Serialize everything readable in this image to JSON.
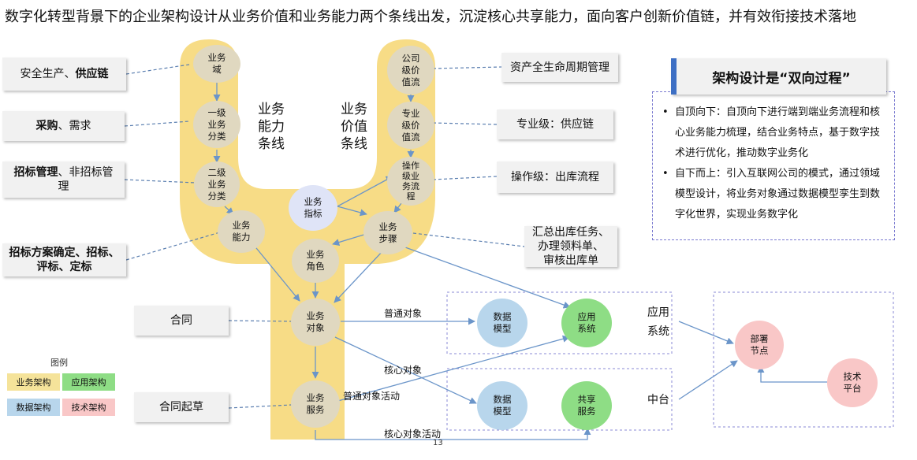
{
  "title": "数字化转型背景下的企业架构设计从业务价值和业务能力两个条线出发，沉淀核心共享能力，面向客户创新价值链，并有效衔接技术落地",
  "left_boxes": {
    "b1": {
      "bold": "供应链",
      "pre": "安全生产、",
      "post": ""
    },
    "b2": {
      "bold": "采购",
      "pre": "",
      "post": "、需求"
    },
    "b3": {
      "bold": "招标管理",
      "pre": "",
      "post": "、非招标管理"
    },
    "b4": {
      "bold": "招标方案确定、招标、评标、定标",
      "pre": "",
      "post": ""
    },
    "b5": "合同",
    "b6": "合同起草"
  },
  "right_boxes": {
    "r1": "资产全生命周期管理",
    "r2": "专业级：供应链",
    "r3": "操作级：出库流程",
    "r4": "汇总出库任务、\n办理领料单、\n审核出库单"
  },
  "nodes": {
    "biz_domain": "业务\n域",
    "l1_category": "一级\n业务\n分类",
    "l2_category": "二级\n业务\n分类",
    "biz_capability": "业务\n能力",
    "company_value": "公司\n级价\n值流",
    "pro_value": "专业\n级价\n值流",
    "op_value": "操作\n级业\n务流\n程",
    "biz_step": "业务\n步骤",
    "biz_indicator": "业务\n指标",
    "biz_role": "业务\n角色",
    "biz_object": "业务\n对象",
    "biz_service": "业务\n服务",
    "data_model_1": "数据\n模型",
    "app_system_node": "应用\n系统",
    "data_model_2": "数据\n模型",
    "shared_service": "共享\n服务",
    "deploy_node": "部署\n节点",
    "tech_platform": "技术\n平台"
  },
  "line_labels": {
    "capability": "业务\n能力\n条线",
    "value": "业务\n价值\n条线"
  },
  "edge_labels": {
    "common_object": "普通对象",
    "core_object": "核心对象",
    "common_activity": "普通对象活动",
    "core_activity": "核心对象活动"
  },
  "system_labels": {
    "app_system": "应用\n系统",
    "middle_platform": "中台"
  },
  "legend": {
    "title": "图例",
    "items": [
      {
        "label": "业务架构",
        "color": "#f5e39a"
      },
      {
        "label": "应用架构",
        "color": "#8edd85"
      },
      {
        "label": "数据架构",
        "color": "#b8d6ec"
      },
      {
        "label": "技术架构",
        "color": "#f9c7c7"
      }
    ]
  },
  "right_panel": {
    "header": "架构设计是“双向过程”",
    "bullets": [
      "自顶向下：自顶向下进行端到端业务流程和核心业务能力梳理，结合业务特点，基于数字技术进行优化，推动数字业务化",
      "自下而上：引入互联网公司的模式，通过领域模型设计，将业务对象通过数据模型孪生到数字化世界，实现业务数字化"
    ]
  },
  "page_number": "13",
  "colors": {
    "band": "#f7dc86",
    "arrow": "#6b95c9",
    "dash": "#5b7fb0",
    "frame": "#8a8ad6"
  }
}
